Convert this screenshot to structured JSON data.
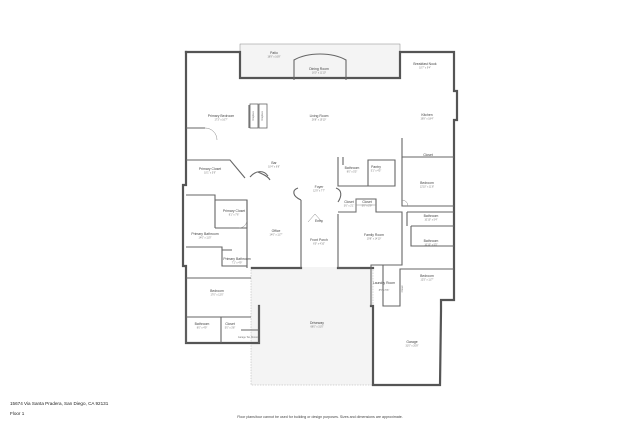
{
  "address": "15674 Via Santa Pradera, San Diego, CA 92131",
  "floor": "Floor 1",
  "disclaimer": "Floor plans/tour cannot be used for building or design purposes. Sizes and dimensions are approximate.",
  "rooms": {
    "patio": {
      "name": "Patio",
      "dim": "18'9\" x 16'8\""
    },
    "dining_room": {
      "name": "Dining Room",
      "dim": "16'0\" x 11'10\""
    },
    "breakfast_nook": {
      "name": "Breakfast Nook",
      "dim": "10'7\" x 9'4\""
    },
    "primary_bedroom": {
      "name": "Primary Bedroom",
      "dim": "17'3\" x 16'7\""
    },
    "living_room": {
      "name": "Living Room",
      "dim": "26'8\" x 19'10\""
    },
    "kitchen": {
      "name": "Kitchen",
      "dim": "19'8\" x 18'4\""
    },
    "fireplace": {
      "name": "Fireplace"
    },
    "bar": {
      "name": "Bar",
      "dim": "10'4\" x 6'8\""
    },
    "primary_closet": {
      "name": "Primary Closet",
      "dim": "10'1\" x 5'9\""
    },
    "bathroom_center": {
      "name": "Bathroom",
      "dim": "8'0\" x 5'5\""
    },
    "pantry": {
      "name": "Pantry",
      "dim": "5'1\" x 4'5\""
    },
    "closet_right": {
      "name": "Closet"
    },
    "bedroom_right1": {
      "name": "Bedroom",
      "dim": "12'10\" x 11'8\""
    },
    "foyer": {
      "name": "Foyer",
      "dim": "12'9\" x 7'7\""
    },
    "closet_c1": {
      "name": "Closet",
      "dim": "3'6\" x 2'1\""
    },
    "closet_c2": {
      "name": "Closet",
      "dim": "5'0\" x 2'9\""
    },
    "primary_closet2": {
      "name": "Primary Closet",
      "dim": "8'1\" x 7'6\""
    },
    "entry": {
      "name": "Entry"
    },
    "bathroom_right1": {
      "name": "Bathroom",
      "dim": "10'10\" x 5'4\""
    },
    "primary_bathroom": {
      "name": "Primary Bathroom",
      "dim": "14'0\" x 11'0\""
    },
    "office": {
      "name": "Office",
      "dim": "14'0\" x 11'7\""
    },
    "front_porch": {
      "name": "Front Porch",
      "dim": "6'0\" x 4'10\""
    },
    "family_room": {
      "name": "Family Room",
      "dim": "19'8\" x 14'10\""
    },
    "bathroom_right2": {
      "name": "Bathroom",
      "dim": "10'10\" x 5'5\""
    },
    "primary_bathroom2": {
      "name": "Primary Bathroom",
      "dim": "7'1\" x 4'9\""
    },
    "bedroom_right2": {
      "name": "Bedroom",
      "dim": "12'5\" x 11'7\""
    },
    "bedroom_left": {
      "name": "Bedroom",
      "dim": "17'0\" x 12'0\""
    },
    "laundry_room": {
      "name": "Laundry Room",
      "dim": "8'5\" x 5'6\""
    },
    "closet_laundry": {
      "name": "Closet"
    },
    "bathroom_bl": {
      "name": "Bathroom",
      "dim": "8'0\" x 4'9\""
    },
    "closet_bl": {
      "name": "Closet",
      "dim": "5'0\" x 3'8\""
    },
    "driveway": {
      "name": "Driveway",
      "dim": "68'0\" x 31'0\""
    },
    "garage": {
      "name": "Garage",
      "dim": "31'0\" x 20'8\""
    },
    "garage_tax": {
      "name": "Garage Tax Shown"
    }
  }
}
